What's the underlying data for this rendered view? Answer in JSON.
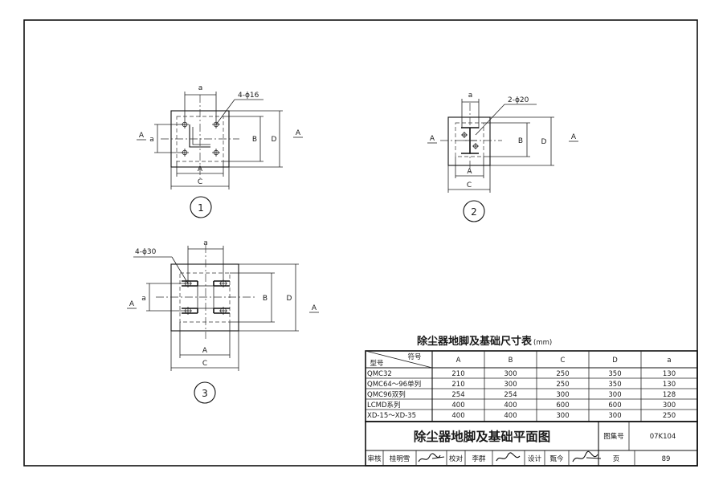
{
  "figures": {
    "fig1": {
      "number": "1",
      "bolt_label": "4-ϕ16",
      "dim_a": "a",
      "dim_A": "A",
      "dim_B": "B",
      "dim_C": "C",
      "dim_D": "D",
      "left_a": "a",
      "section_A_left": "A",
      "section_A_right": "A"
    },
    "fig2": {
      "number": "2",
      "bolt_label": "2-ϕ20",
      "dim_a": "a",
      "dim_A": "A",
      "dim_B": "B",
      "dim_C": "C",
      "dim_D": "D",
      "section_A_left": "A"
    },
    "fig3": {
      "number": "3",
      "bolt_label": "4-ϕ30",
      "dim_a": "a",
      "dim_A": "A",
      "dim_B": "B",
      "dim_C": "C",
      "dim_D": "D",
      "left_a": "a",
      "section_A_left": "A",
      "section_A_right": "A"
    }
  },
  "table": {
    "title": "除尘器地脚及基础尺寸表",
    "unit": "(mm)",
    "header_model": "型号",
    "header_symbol": "符号",
    "columns": [
      "A",
      "B",
      "C",
      "D",
      "a"
    ],
    "rows": [
      {
        "model": "QMC32",
        "values": [
          "210",
          "300",
          "250",
          "350",
          "130"
        ]
      },
      {
        "model": "QMC64～96单列",
        "values": [
          "210",
          "300",
          "250",
          "350",
          "130"
        ]
      },
      {
        "model": "QMC96双列",
        "values": [
          "254",
          "254",
          "300",
          "300",
          "128"
        ]
      },
      {
        "model": "LCMD系列",
        "values": [
          "400",
          "400",
          "600",
          "600",
          "300"
        ]
      },
      {
        "model": "XD-15～XD-35",
        "values": [
          "400",
          "400",
          "300",
          "300",
          "250"
        ]
      }
    ]
  },
  "title_block": {
    "drawing_title": "除尘器地脚及基础平面图",
    "atlas_label": "图集号",
    "atlas_number": "07K104",
    "review_label": "审核",
    "reviewer": "桂明雪",
    "check_label": "校对",
    "checker": "李群",
    "design_label": "设计",
    "designer": "甄今",
    "page_label": "页",
    "page_number": "89"
  }
}
